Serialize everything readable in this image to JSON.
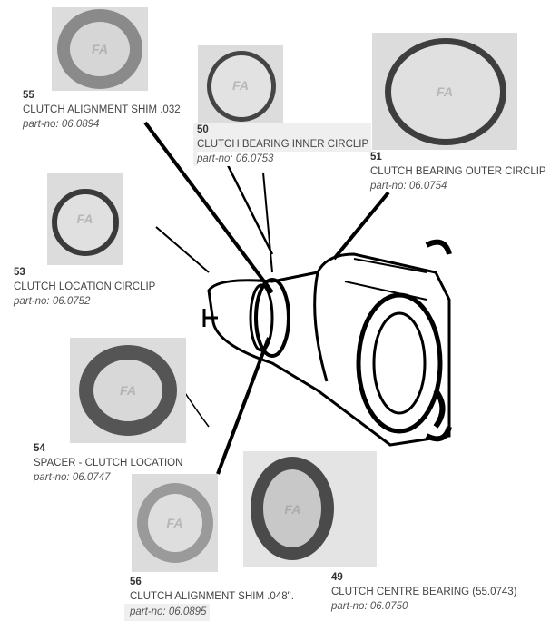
{
  "watermark": "FA",
  "parts": [
    {
      "num": "55",
      "name": "CLUTCH ALIGNMENT SHIM .032",
      "part_no": "part-no: 06.0894"
    },
    {
      "num": "50",
      "name": "CLUTCH BEARING INNER CIRCLIP",
      "part_no": "part-no: 06.0753"
    },
    {
      "num": "51",
      "name": "CLUTCH BEARING OUTER CIRCLIP",
      "part_no": "part-no: 06.0754"
    },
    {
      "num": "53",
      "name": "CLUTCH LOCATION CIRCLIP",
      "part_no": "part-no: 06.0752"
    },
    {
      "num": "54",
      "name": "SPACER - CLUTCH LOCATION",
      "part_no": "part-no: 06.0747"
    },
    {
      "num": "56",
      "name": "CLUTCH ALIGNMENT SHIM .048\".",
      "part_no": "part-no: 06.0895"
    },
    {
      "num": "49",
      "name": "CLUTCH CENTRE BEARING (55.0743)",
      "part_no": "part-no: 06.0750"
    }
  ]
}
